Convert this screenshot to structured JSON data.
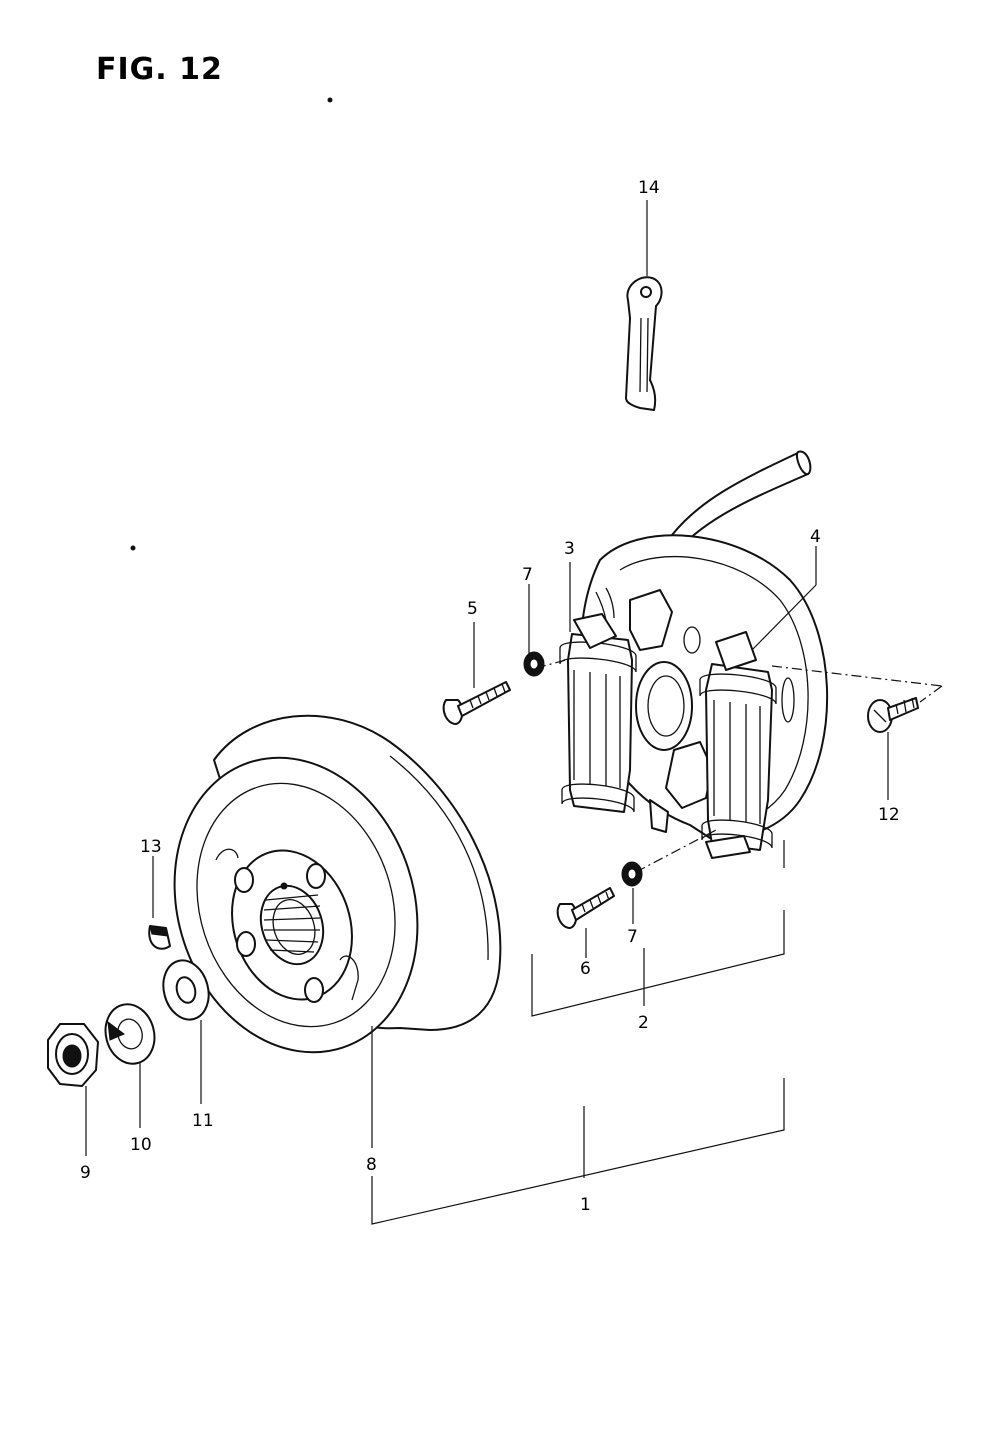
{
  "figure": {
    "title": "FIG. 12"
  },
  "callouts": [
    {
      "id": "c14",
      "text": "14"
    },
    {
      "id": "c4",
      "text": "4"
    },
    {
      "id": "c3",
      "text": "3"
    },
    {
      "id": "c7a",
      "text": "7"
    },
    {
      "id": "c5",
      "text": "5"
    },
    {
      "id": "c12",
      "text": "12"
    },
    {
      "id": "c13",
      "text": "13"
    },
    {
      "id": "c6",
      "text": "6"
    },
    {
      "id": "c7b",
      "text": "7"
    },
    {
      "id": "c2",
      "text": "2"
    },
    {
      "id": "c11",
      "text": "11"
    },
    {
      "id": "c10",
      "text": "10"
    },
    {
      "id": "c9",
      "text": "9"
    },
    {
      "id": "c8",
      "text": "8"
    },
    {
      "id": "c1",
      "text": "1"
    }
  ]
}
